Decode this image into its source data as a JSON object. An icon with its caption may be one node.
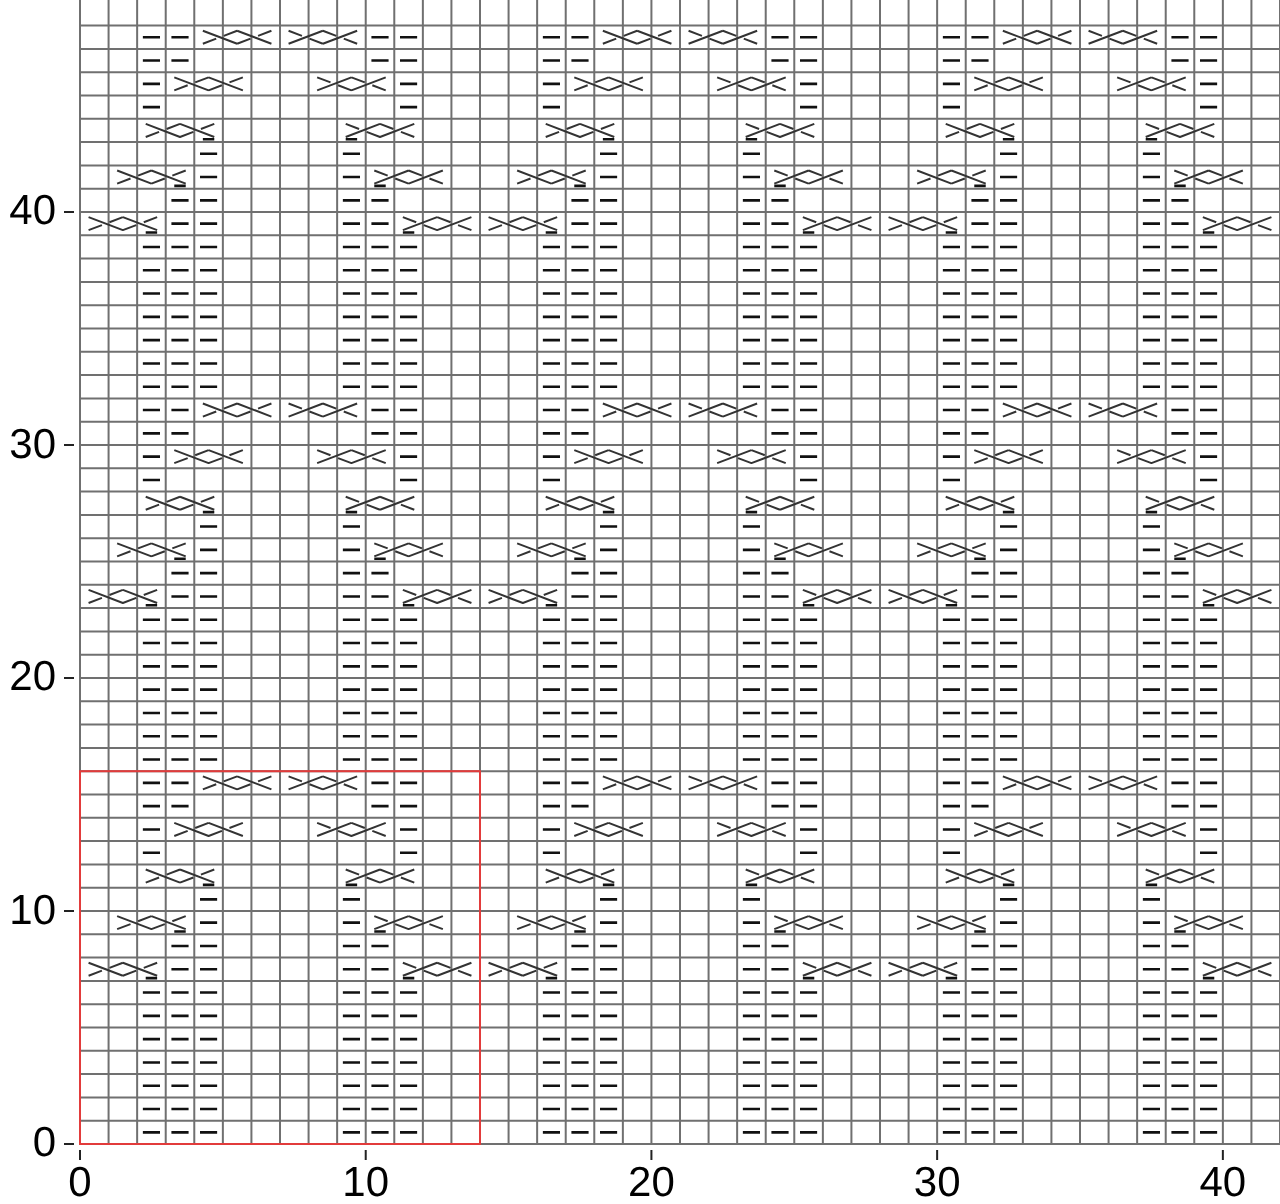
{
  "diagram": {
    "labels": [
      "40",
      "30",
      "20",
      "10",
      "0",
      "0",
      "10",
      "20",
      "30",
      "40"
    ]
  }
}
